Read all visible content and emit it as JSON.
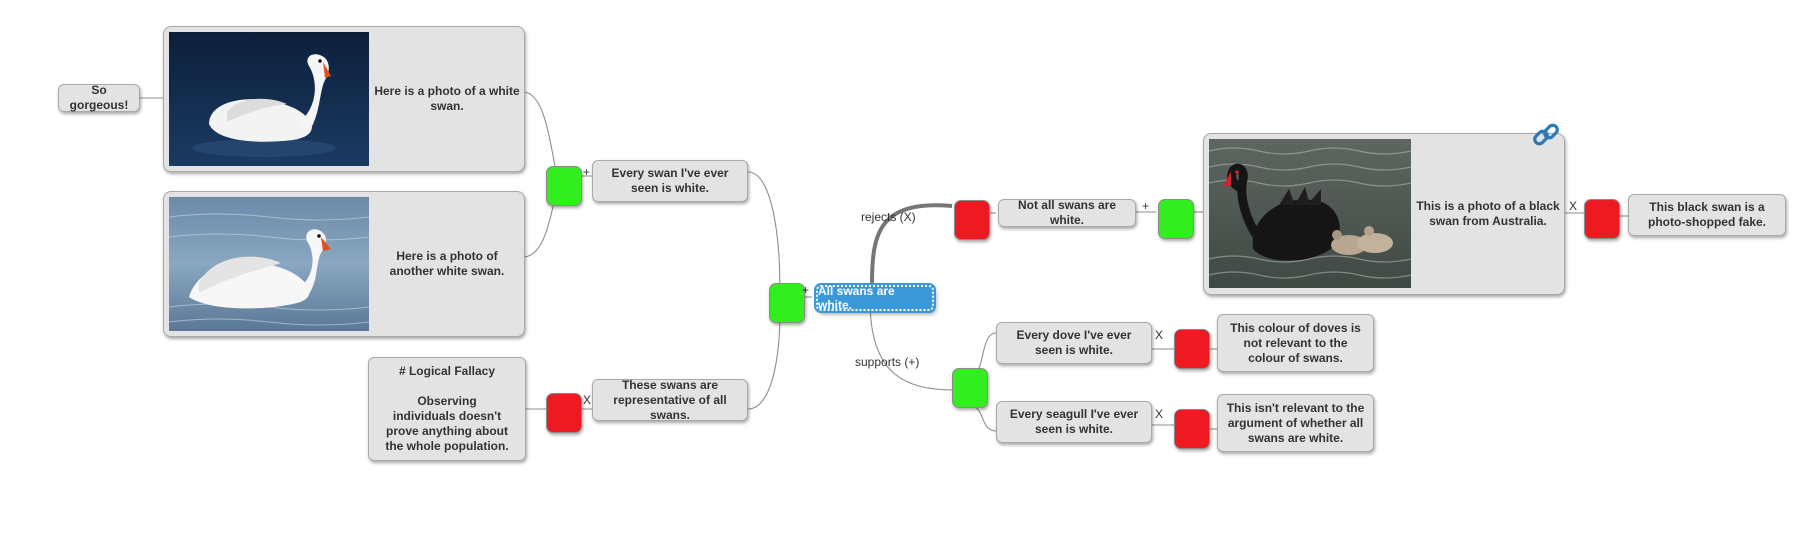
{
  "root_claim": "All swans are white.",
  "edges": {
    "rejects": "rejects (X)",
    "supports": "supports (+)"
  },
  "signs": {
    "plus": "+",
    "x": "X"
  },
  "nodes": {
    "comment_gorgeous": "So gorgeous!",
    "photo_white_swan": "Here is a photo of a white swan.",
    "photo_another_white_swan": "Here is a photo of another white swan.",
    "every_swan_white": "Every swan I've ever seen is white.",
    "fallacy": "# Logical Fallacy\n\nObserving individuals doesn't prove anything about the whole population.",
    "swans_representative": "These swans are representative of all swans.",
    "not_all_swans_white": "Not all swans are white.",
    "photo_black_swan": "This is a photo of a black swan from Australia.",
    "photoshopped_fake": "This black swan is a photo-shopped fake.",
    "every_dove_white": "Every dove I've ever seen is white.",
    "doves_not_relevant": "This colour of doves is not relevant to the colour of swans.",
    "every_seagull_white": "Every seagull I've ever seen is white.",
    "seagull_not_relevant": "This isn't relevant to the argument of whether all swans are white."
  },
  "colors": {
    "support": "#33ee1f",
    "reject": "#ee1a22",
    "root": "#3a97d8",
    "node": "#e3e3e3"
  },
  "icons": [
    "link-icon"
  ]
}
